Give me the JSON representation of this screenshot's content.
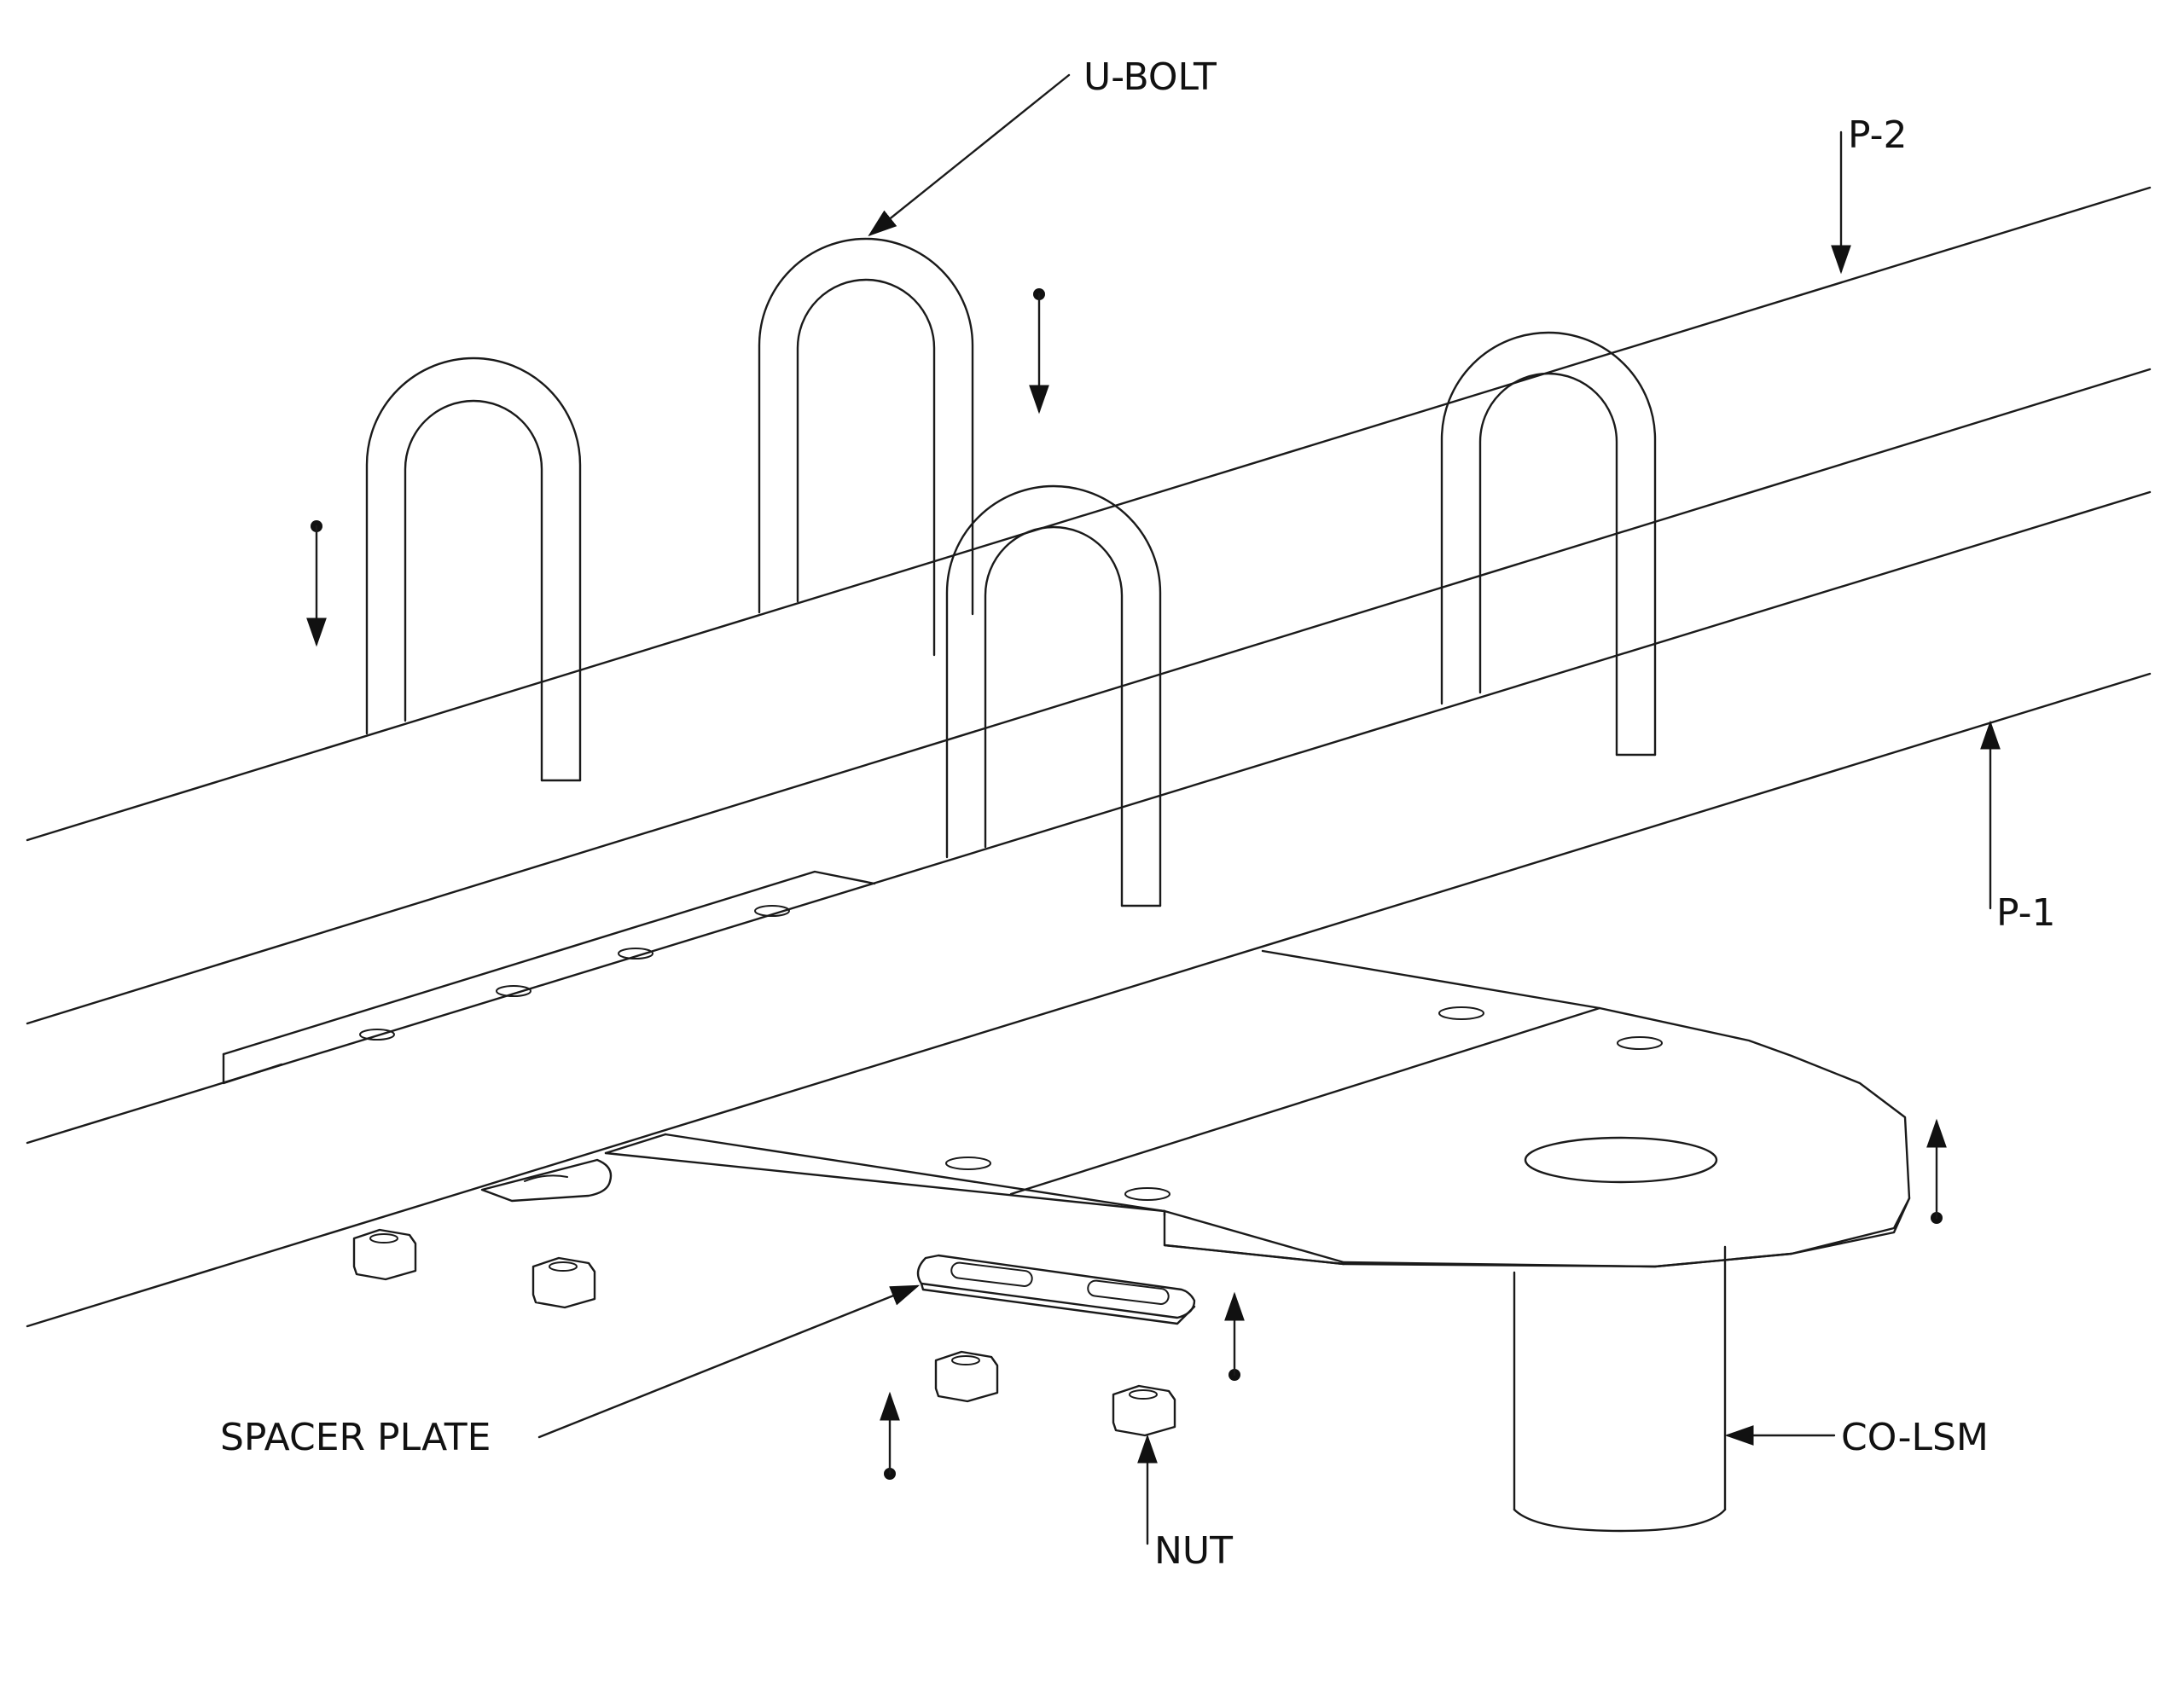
{
  "labels": {
    "u_bolt": "U-BOLT",
    "p2": "P-2",
    "p1": "P-1",
    "spacer_plate": "SPACER PLATE",
    "nut": "NUT",
    "co_lsm": "CO-LSM"
  },
  "colors": {
    "line": "#1a1a1a",
    "background": "#ffffff"
  }
}
